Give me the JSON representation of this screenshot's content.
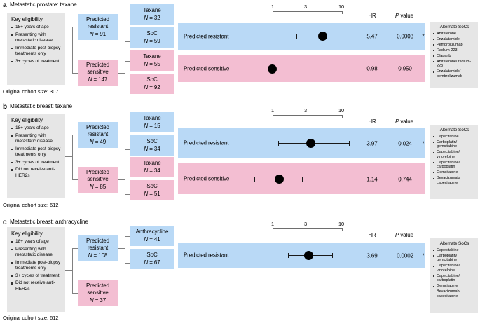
{
  "figure": {
    "type": "forest-plot-with-flowchart",
    "panels": [
      {
        "letter": "a",
        "title": "Metastatic prostate: taxane",
        "eligibility": {
          "title": "Key eligibility",
          "items": [
            "18+ years of age",
            "Presenting with metastatic disease",
            "Immediate post-biopsy treatments only",
            "3+ cycles of treatment"
          ]
        },
        "cohort": "Original cohort size: 307",
        "groups": [
          {
            "name": "Predicted resistant",
            "label": "Predicted resistant",
            "n_label": "N = 91",
            "color": "blue",
            "arms": [
              {
                "label": "Taxane",
                "n_label": "N = 32"
              },
              {
                "label": "SoC",
                "n_label": "N = 59"
              }
            ],
            "hr": "5.47",
            "p_value": "0.0003",
            "significant": true,
            "star": "*"
          },
          {
            "name": "Predicted sensitive",
            "label": "Predicted sensitive",
            "n_label": "N = 147",
            "color": "pink",
            "arms": [
              {
                "label": "Taxane",
                "n_label": "N = 55"
              },
              {
                "label": "SoC",
                "n_label": "N = 92"
              }
            ],
            "hr": "0.98",
            "p_value": "0.950",
            "significant": false,
            "star": ""
          }
        ],
        "alternate_socs": {
          "title": "Alternate SoCs",
          "items": [
            "Abiraterone",
            "Enzalutamide",
            "Pembrolizumab",
            "Radium-223",
            "Olaparib",
            "Abiraterone/ radium-223",
            "Enzalutamide/ pembrolizumab"
          ]
        }
      },
      {
        "letter": "b",
        "title": "Metastatic breast: taxane",
        "eligibility": {
          "title": "Key eligibility",
          "items": [
            "18+ years of age",
            "Presenting with metastatic disease",
            "Immediate post-biopsy treatments only",
            "3+ cycles of treatment",
            "Did not receive anti-HER2s"
          ]
        },
        "cohort": "Original cohort size: 612",
        "groups": [
          {
            "name": "Predicted resistant",
            "label": "Predicted resistant",
            "n_label": "N = 49",
            "color": "blue",
            "arms": [
              {
                "label": "Taxane",
                "n_label": "N = 15"
              },
              {
                "label": "SoC",
                "n_label": "N = 34"
              }
            ],
            "hr": "3.97",
            "p_value": "0.024",
            "significant": true,
            "star": "*"
          },
          {
            "name": "Predicted sensitive",
            "label": "Predicted sensitive",
            "n_label": "N = 85",
            "color": "pink",
            "arms": [
              {
                "label": "Taxane",
                "n_label": "N = 34"
              },
              {
                "label": "SoC",
                "n_label": "N = 51"
              }
            ],
            "hr": "1.14",
            "p_value": "0.744",
            "significant": false,
            "star": ""
          }
        ],
        "alternate_socs": {
          "title": "Alternate SoCs",
          "items": [
            "Capecitabine",
            "Carboplatin/ gemcitabine",
            "Capecitabine/ vinorelbine",
            "Capecitabine/ carboplatin",
            "Gemcitabine",
            "Bevacizumab/ capecitabine"
          ]
        }
      },
      {
        "letter": "c",
        "title": "Metastatic breast: anthracycline",
        "eligibility": {
          "title": "Key eligibility",
          "items": [
            "18+ years of age",
            "Presenting with metastatic disease",
            "Immediate post-biopsy treatments only",
            "3+ cycles of treatment",
            "Did not receive anti-HER2s"
          ]
        },
        "cohort": "Original cohort size: 612",
        "groups": [
          {
            "name": "Predicted resistant",
            "label": "Predicted resistant",
            "n_label": "N = 108",
            "color": "blue",
            "arms": [
              {
                "label": "Anthracycline",
                "n_label": "N = 41"
              },
              {
                "label": "SoC",
                "n_label": "N = 67"
              }
            ],
            "hr": "3.69",
            "p_value": "0.0002",
            "significant": true,
            "star": "*"
          },
          {
            "name": "Predicted sensitive",
            "label": "Predicted sensitive",
            "n_label": "N = 37",
            "color": "pink",
            "arms": [],
            "hr": "",
            "p_value": "",
            "significant": false,
            "star": ""
          }
        ],
        "alternate_socs": {
          "title": "Alternate SoCs",
          "items": [
            "Capecitabine",
            "Carboplatin/ gemcitabine",
            "Capecitabine/ vinorelbine",
            "Capecitabine/ carboplatin",
            "Gemcitabine",
            "Bevacizumab/ capecitabine"
          ]
        }
      }
    ],
    "columns": {
      "hr": "HR",
      "p_value": "P value",
      "p_value_italic": "P"
    },
    "axis": {
      "ticks": [
        "1",
        "3",
        "10"
      ],
      "scale": "log",
      "null_value": 1
    }
  },
  "chart_data": {
    "type": "forest",
    "title": "Hazard ratios by predicted resistance group",
    "xlabel": "",
    "ylabel": "",
    "xscale": "log",
    "xticks": [
      1,
      3,
      10
    ],
    "xlim": [
      1,
      10
    ],
    "reference_line": 1,
    "columns": [
      "HR",
      "P value"
    ],
    "series": [
      {
        "panel": "a",
        "panel_title": "Metastatic prostate: taxane",
        "rows": [
          {
            "label": "Predicted resistant",
            "hr": 5.47,
            "ci_low": 2.4,
            "ci_high": 13.0,
            "p_value": 0.0003,
            "significant": true,
            "color": "blue"
          },
          {
            "label": "Predicted sensitive",
            "hr": 0.98,
            "ci_low": 0.6,
            "ci_high": 1.6,
            "p_value": 0.95,
            "significant": false,
            "color": "pink"
          }
        ]
      },
      {
        "panel": "b",
        "panel_title": "Metastatic breast: taxane",
        "rows": [
          {
            "label": "Predicted resistant",
            "hr": 3.97,
            "ci_low": 1.3,
            "ci_high": 13.0,
            "p_value": 0.024,
            "significant": true,
            "color": "blue"
          },
          {
            "label": "Predicted sensitive",
            "hr": 1.14,
            "ci_low": 0.6,
            "ci_high": 2.6,
            "p_value": 0.744,
            "significant": false,
            "color": "pink"
          }
        ]
      },
      {
        "panel": "c",
        "panel_title": "Metastatic breast: anthracycline",
        "rows": [
          {
            "label": "Predicted resistant",
            "hr": 3.69,
            "ci_low": 1.9,
            "ci_high": 7.2,
            "p_value": 0.0002,
            "significant": true,
            "color": "blue"
          }
        ]
      }
    ]
  },
  "colors": {
    "blue": "#b9d9f6",
    "pink": "#f3bed2",
    "gray": "#e6e6e6",
    "line": "#808080",
    "dot": "#000000"
  }
}
